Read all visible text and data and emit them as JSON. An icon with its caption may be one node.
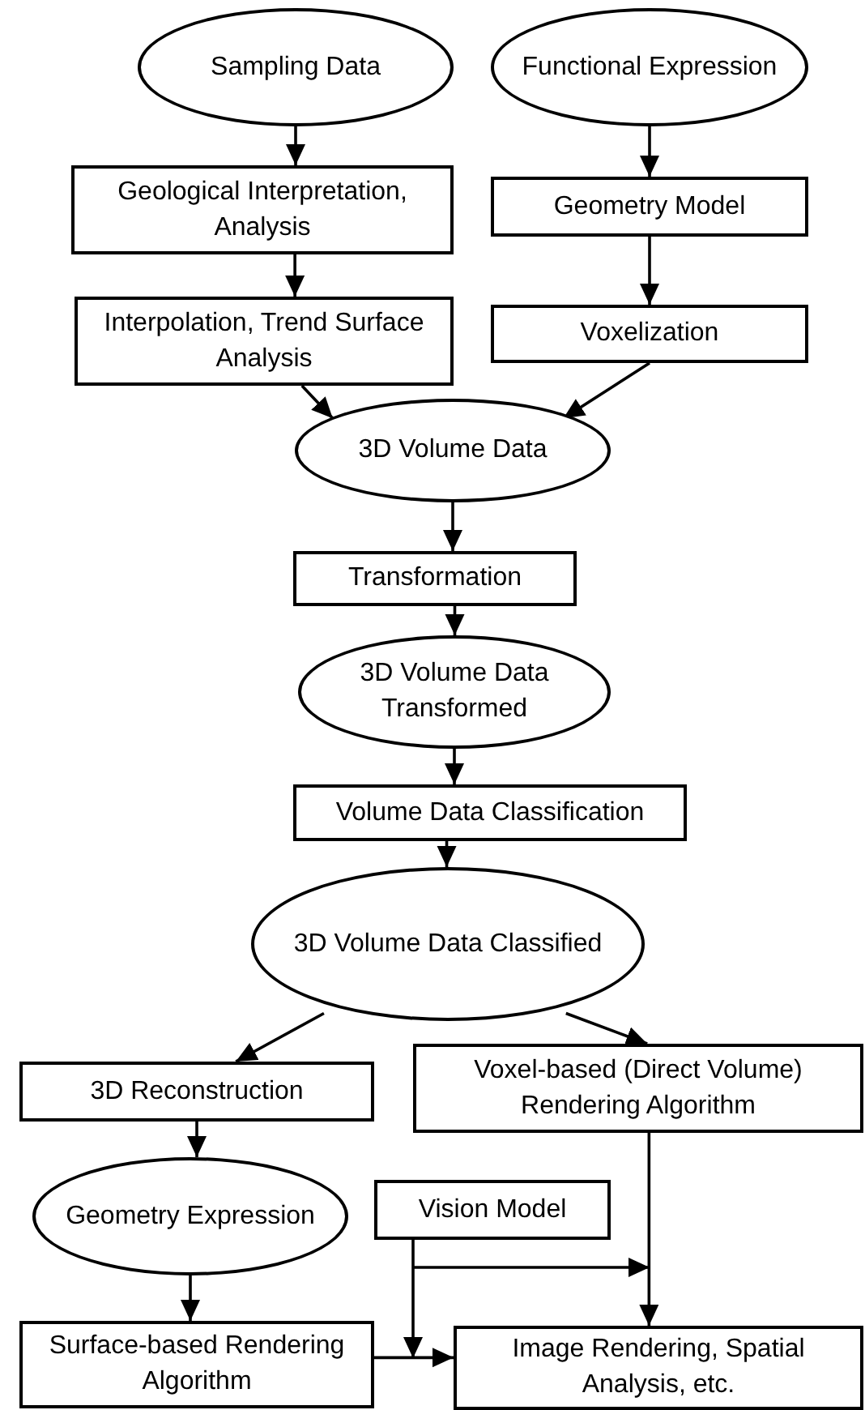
{
  "diagram": {
    "nodes": [
      {
        "text": [
          "Sampling Data"
        ]
      },
      {
        "text": [
          "Functional Expression"
        ]
      },
      {
        "text": [
          "Geological Interpretation, Analysis"
        ]
      },
      {
        "text": [
          "Geometry Model"
        ]
      },
      {
        "text": [
          "Interpolation, Trend Surface Analysis"
        ]
      },
      {
        "text": [
          "Voxelization"
        ]
      },
      {
        "text": [
          "3D Volume Data"
        ]
      },
      {
        "text": [
          "Transformation"
        ]
      },
      {
        "text": [
          "3D Volume Data Transformed"
        ]
      },
      {
        "text": [
          "Volume Data Classification"
        ]
      },
      {
        "text": [
          "3D Volume Data Classified"
        ]
      },
      {
        "text": [
          "3D Reconstruction"
        ]
      },
      {
        "text": [
          "Voxel-based (Direct Volume) Rendering Algorithm"
        ]
      },
      {
        "text": [
          "Geometry Expression"
        ]
      },
      {
        "text": [
          "Vision Model"
        ]
      },
      {
        "text": [
          "Surface-based Rendering Algorithm"
        ]
      },
      {
        "text": [
          "Image Rendering, Spatial Analysis, etc."
        ]
      }
    ],
    "edges": [
      {
        "from": 0,
        "to": 2,
        "arrow": "to"
      },
      {
        "from": 1,
        "to": 3,
        "arrow": "to"
      },
      {
        "from": 2,
        "to": 4,
        "arrow": "to"
      },
      {
        "from": 3,
        "to": 5,
        "arrow": "to"
      },
      {
        "from": 4,
        "to": 6,
        "arrow": "to"
      },
      {
        "from": 5,
        "to": 6,
        "arrow": "to"
      },
      {
        "from": 6,
        "to": 7,
        "arrow": "to"
      },
      {
        "from": 7,
        "to": 8,
        "arrow": "to"
      },
      {
        "from": 8,
        "to": 9,
        "arrow": "to"
      },
      {
        "from": 9,
        "to": 10,
        "arrow": "to"
      },
      {
        "from": 10,
        "to": 11,
        "arrow": "to"
      },
      {
        "from": 10,
        "to": 12,
        "arrow": "to"
      },
      {
        "from": 11,
        "to": 13,
        "arrow": "to"
      },
      {
        "from": 13,
        "to": 15,
        "arrow": "to"
      },
      {
        "from": 12,
        "to": 16,
        "arrow": "to"
      },
      {
        "from": 15,
        "to": 16,
        "arrow": "to"
      },
      {
        "from": 14,
        "to": 16,
        "arrow": "to"
      }
    ]
  }
}
